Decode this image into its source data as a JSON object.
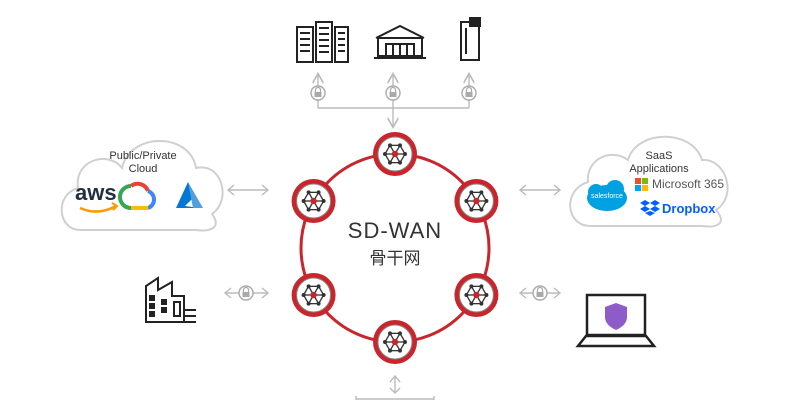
{
  "center": {
    "title": "SD-WAN",
    "subtitle": "骨干网"
  },
  "left_cloud": {
    "title_line1": "Public/Private",
    "title_line2": "Cloud",
    "logos": [
      {
        "text": "aws",
        "icon": "aws-logo"
      },
      {
        "icon": "google-cloud-logo"
      },
      {
        "icon": "azure-logo"
      }
    ]
  },
  "right_cloud": {
    "title_line1": "SaaS",
    "title_line2": "Applications",
    "logos": [
      {
        "text": "salesforce",
        "icon": "salesforce-logo"
      },
      {
        "text": "Microsoft 365",
        "icon": "microsoft-365-logo"
      },
      {
        "text": "Dropbox",
        "icon": "dropbox-logo"
      }
    ]
  },
  "top_icons": [
    "data-center-icon",
    "branch-building-icon",
    "tower-server-icon"
  ],
  "left_icon": "office-building-icon",
  "right_icon": "laptop-security-icon",
  "colors": {
    "ring": "#c9252c",
    "node_fill": "#c9252c",
    "connector": "#bbbbbb",
    "lock": "#aaaaaa",
    "shield": "#8e5cc9",
    "aws_orange": "#ff9900",
    "azure_blue": "#0078d4",
    "dropbox_blue": "#0061fe",
    "salesforce_blue": "#00a1e0"
  }
}
